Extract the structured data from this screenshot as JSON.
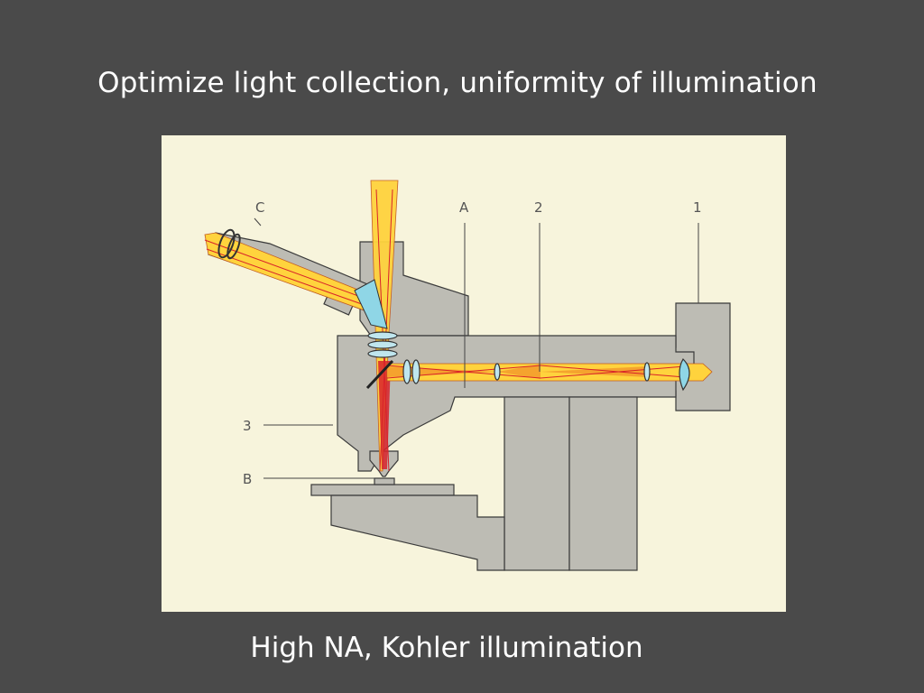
{
  "slide": {
    "title": "Optimize light collection, uniformity of illumination",
    "caption": "High NA, Kohler illumination"
  },
  "diagram": {
    "labels": {
      "c": "C",
      "a": "A",
      "two": "2",
      "one": "1",
      "three": "3",
      "b": "B"
    }
  },
  "colors": {
    "background": "#4a4a4a",
    "figure_background": "#f7f4dc",
    "body_gray": "#bdbcb4",
    "beam_yellow": "#ffd33d",
    "beam_orange": "#f39a2b",
    "ray_red": "#d8222a",
    "lens_cyan": "#8fd6e6"
  }
}
